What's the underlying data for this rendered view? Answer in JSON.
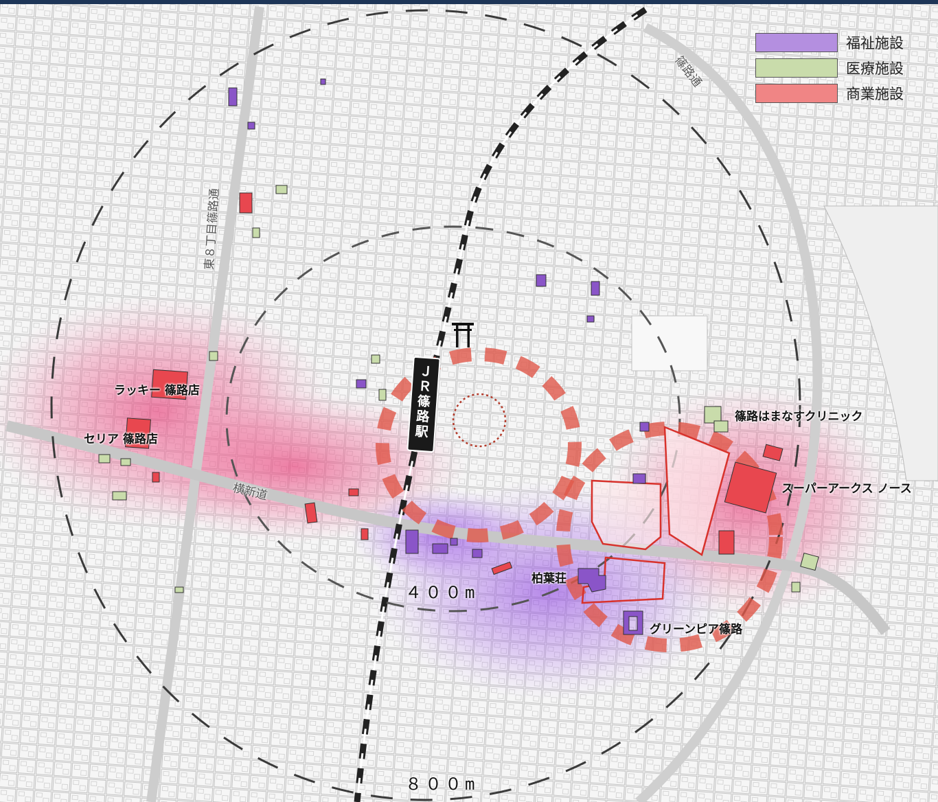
{
  "legend": {
    "welfare": {
      "label": "福祉施設",
      "color": "#b48fe0"
    },
    "medical": {
      "label": "医療施設",
      "color": "#c9dcab"
    },
    "commercial": {
      "label": "商業施設",
      "color": "#f08585"
    }
  },
  "roads": {
    "shinoro_dori": "篠路通",
    "higashi8_shinoro_dori": "東８丁目篠路通",
    "yokoshin_michi": "横新道"
  },
  "station": {
    "label": "ＪＲ篠路駅"
  },
  "facilities": {
    "lucky": "ラッキー 篠路店",
    "seria": "セリア 篠路店",
    "hamanasu": "篠路はまなすクリニック",
    "super_arcs": "スーパーアークス ノース",
    "hakuyoso": "柏葉荘",
    "green_pia": "グリーンピア篠路"
  },
  "distances": {
    "inner": "４００m",
    "outer": "８００m"
  },
  "colors": {
    "welfare_fill": "#8a55c8",
    "medical_fill": "#c9dcab",
    "commercial_fill": "#e8474f",
    "red_dash": "#e0584a",
    "dark_dash": "#3a3a3a"
  }
}
